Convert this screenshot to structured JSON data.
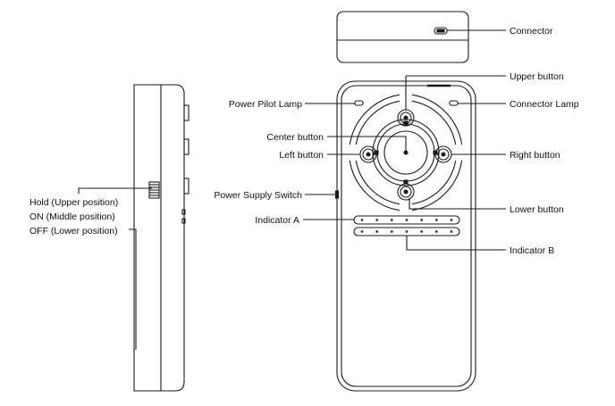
{
  "colors": {
    "line": "#1a1a1a",
    "background": "#ffffff",
    "dark": "#333333"
  },
  "labels": {
    "connector": "Connector",
    "upper_button": "Upper button",
    "power_pilot_lamp": "Power Pilot Lamp",
    "connector_lamp": "Connector Lamp",
    "center_button": "Center button",
    "left_button": "Left button",
    "right_button": "Right button",
    "power_supply_switch": "Power Supply Switch",
    "lower_button": "Lower button",
    "indicator_a": "Indicator A",
    "indicator_b": "Indicator B"
  },
  "switch_positions": {
    "hold": "Hold (Upper position)",
    "on": "ON  (Middle position)",
    "off": "OFF (Lower position)"
  },
  "indicators": {
    "a_count": 7,
    "b_count": 7
  }
}
